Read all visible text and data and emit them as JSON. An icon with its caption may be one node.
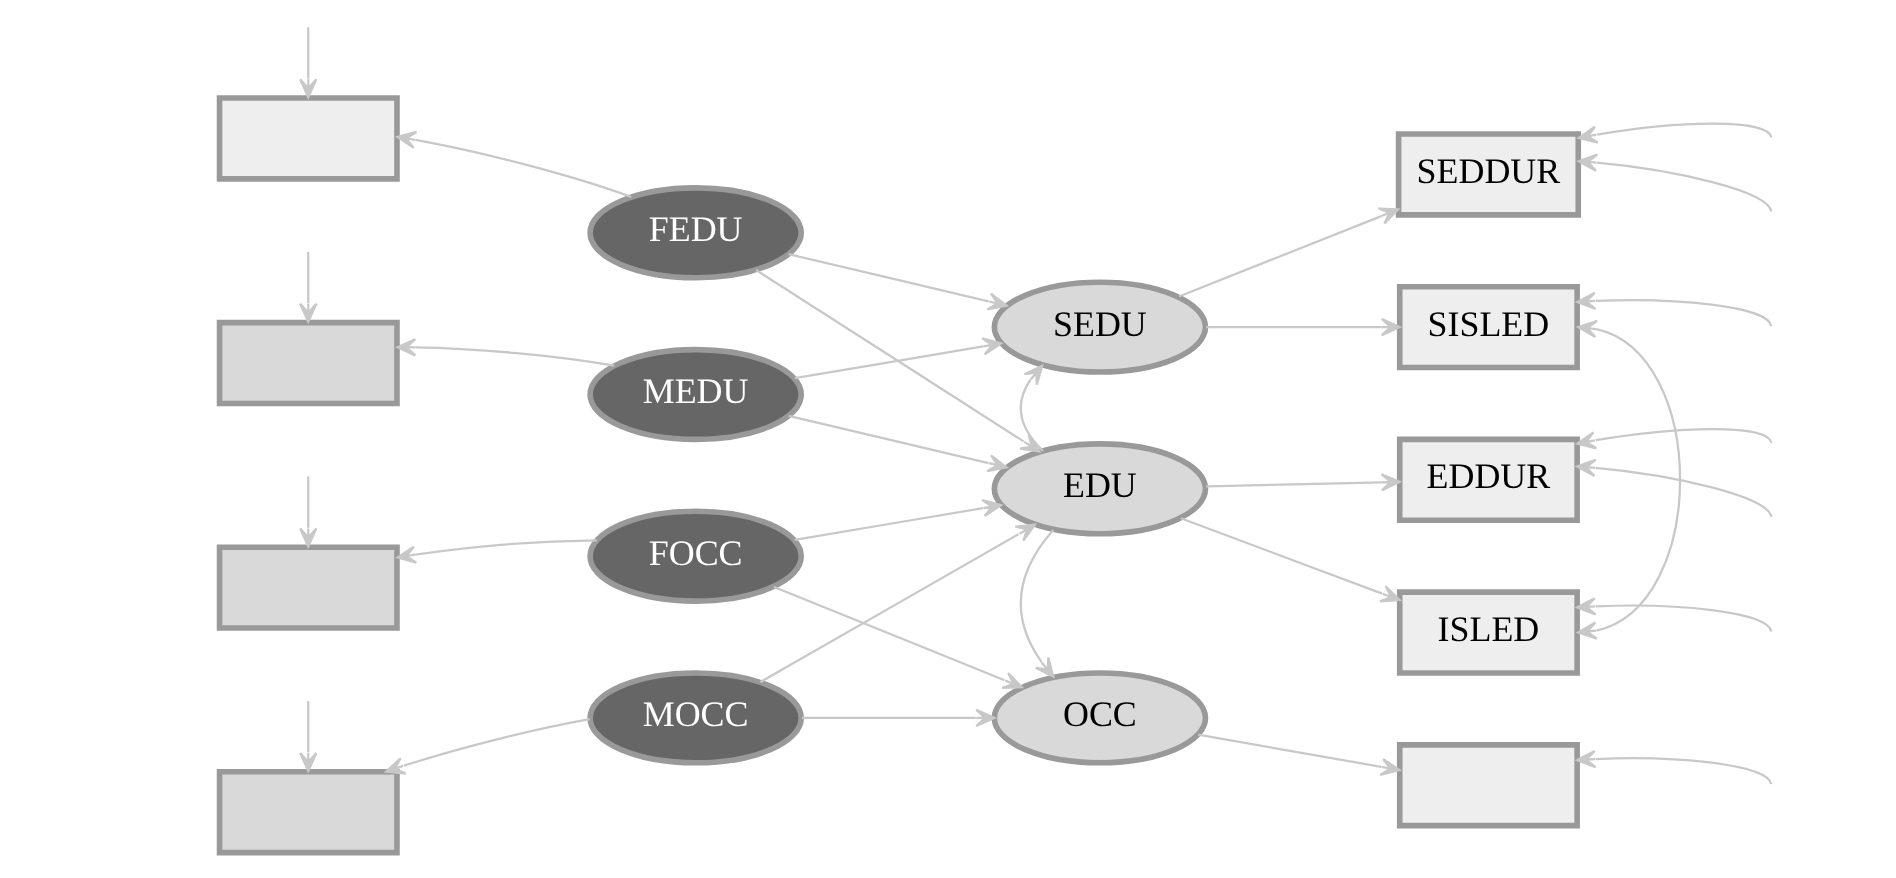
{
  "diagram": {
    "nodes": [
      {
        "text": [],
        "shape": "box"
      },
      {
        "text": [],
        "shape": "box"
      },
      {
        "text": [],
        "shape": "box"
      },
      {
        "text": [],
        "shape": "box"
      },
      {
        "text": [
          "FEDU"
        ]
      },
      {
        "text": [
          "MEDU"
        ]
      },
      {
        "text": [
          "FOCC"
        ]
      },
      {
        "text": [
          "MOCC"
        ]
      },
      {
        "text": [
          "SEDU"
        ]
      },
      {
        "text": [
          "EDU"
        ]
      },
      {
        "text": [
          "OCC"
        ]
      },
      {
        "text": [
          "SEDDUR"
        ]
      },
      {
        "text": [
          "SISLED"
        ]
      },
      {
        "text": [
          "EDDUR"
        ]
      },
      {
        "text": [
          "ISLED"
        ]
      },
      {
        "text": [],
        "shape": "box"
      }
    ],
    "edges": [
      {
        "from": null,
        "to": 0,
        "arrow": "to"
      },
      {
        "from": 4,
        "to": 0,
        "arrow": "to"
      },
      {
        "from": 4,
        "to": 8,
        "arrow": "to"
      },
      {
        "from": 4,
        "to": 9,
        "arrow": "to"
      },
      {
        "from": null,
        "to": 1,
        "arrow": "to"
      },
      {
        "from": 5,
        "to": 1,
        "arrow": "to"
      },
      {
        "from": 5,
        "to": 8,
        "arrow": "to"
      },
      {
        "from": 5,
        "to": 9,
        "arrow": "to"
      },
      {
        "from": null,
        "to": 2,
        "arrow": "to"
      },
      {
        "from": 6,
        "to": 2,
        "arrow": "to"
      },
      {
        "from": 6,
        "to": 9,
        "arrow": "to"
      },
      {
        "from": 6,
        "to": 10,
        "arrow": "to"
      },
      {
        "from": null,
        "to": 3,
        "arrow": "to"
      },
      {
        "from": 7,
        "to": 3,
        "arrow": "to"
      },
      {
        "from": 7,
        "to": 9,
        "arrow": "to"
      },
      {
        "from": 7,
        "to": 10,
        "arrow": "to"
      },
      {
        "from": 9,
        "to": 8,
        "arrow": "to"
      },
      {
        "from": 9,
        "to": 10,
        "arrow": "to"
      },
      {
        "from": 8,
        "to": 11,
        "arrow": "to"
      },
      {
        "from": 8,
        "to": 12,
        "arrow": "to"
      },
      {
        "from": 9,
        "to": 13,
        "arrow": "to"
      },
      {
        "from": 9,
        "to": 14,
        "arrow": "to"
      },
      {
        "from": 10,
        "to": 15,
        "arrow": "to"
      },
      {
        "from": null,
        "to": 11,
        "arrow": "to"
      },
      {
        "from": null,
        "to": 11,
        "arrow": "to"
      },
      {
        "from": 12,
        "to": 14,
        "arrow": "both"
      },
      {
        "from": null,
        "to": 12,
        "arrow": "to"
      },
      {
        "from": null,
        "to": 13,
        "arrow": "to"
      },
      {
        "from": null,
        "to": 13,
        "arrow": "to"
      },
      {
        "from": null,
        "to": 14,
        "arrow": "to"
      },
      {
        "from": null,
        "to": 15,
        "arrow": "to"
      }
    ]
  }
}
